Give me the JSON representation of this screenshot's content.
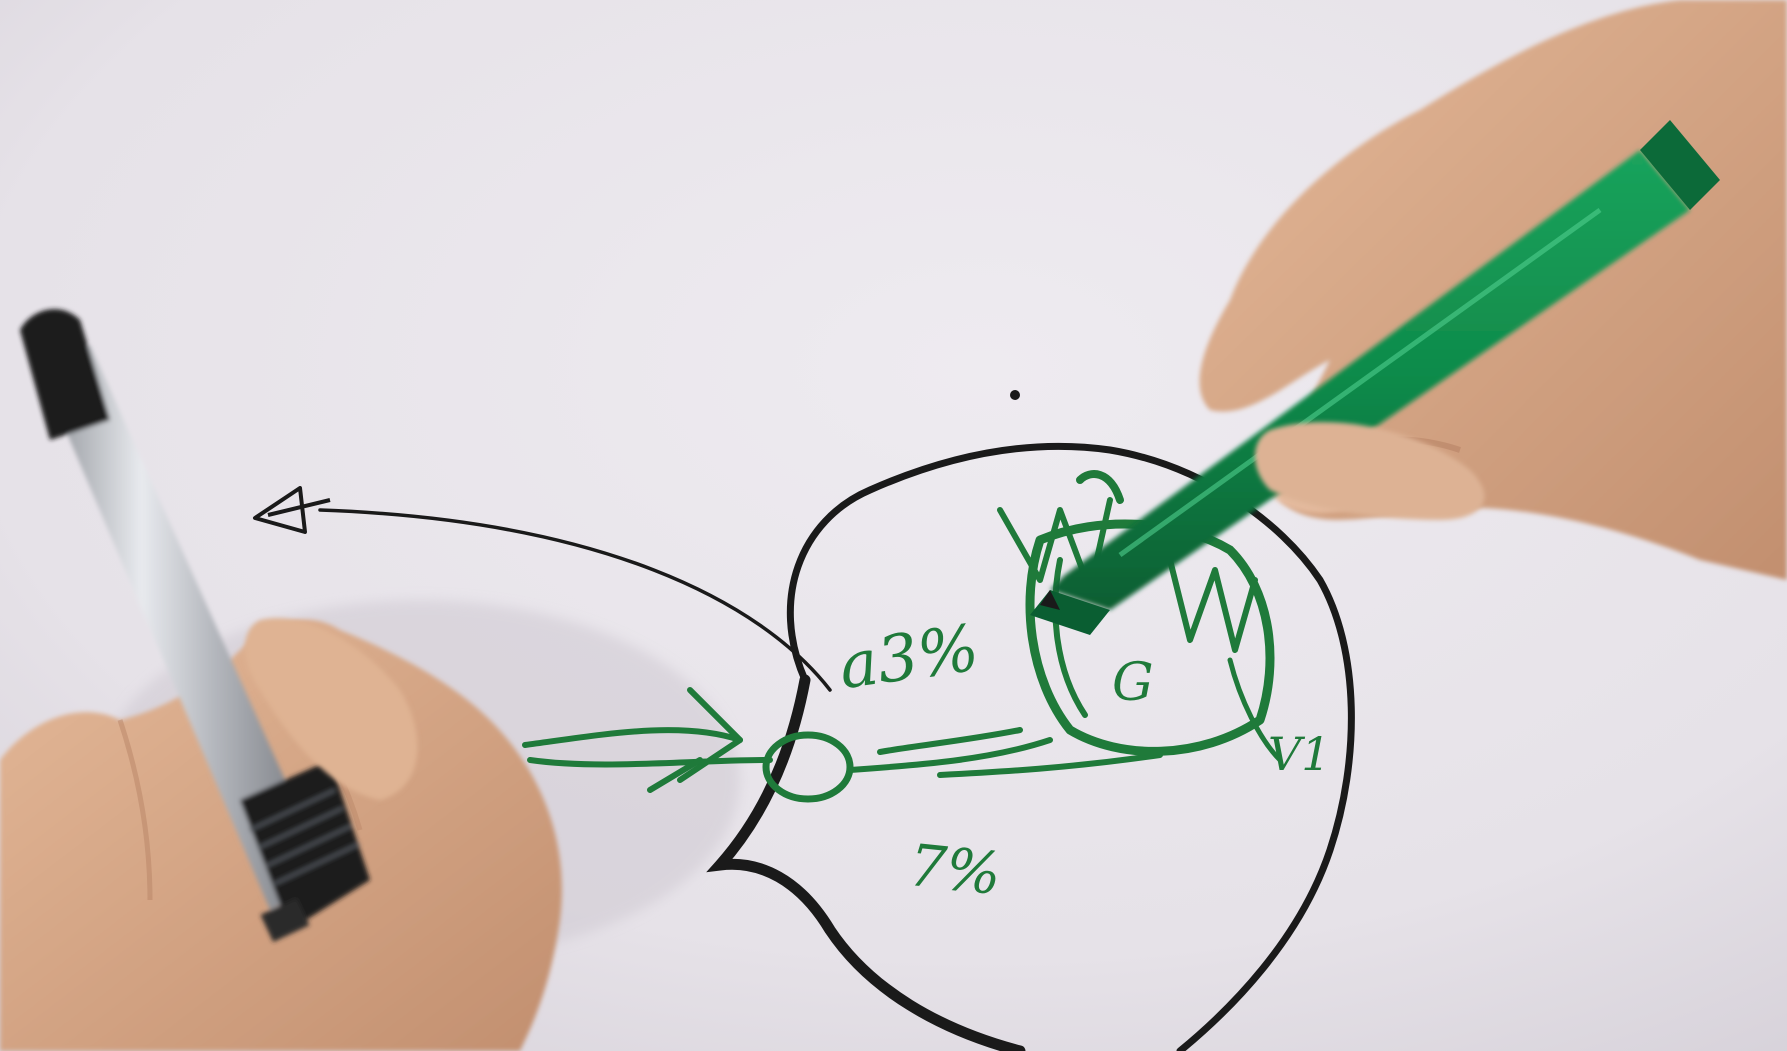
{
  "scene": {
    "kind": "photo",
    "subject": "whiteboard",
    "colors": {
      "paper": "#e9e6ec",
      "paper_shadow": "#d8d3db",
      "black_ink": "#1a1a1a",
      "green_ink": "#1f7a3a",
      "marker_green": "#0f8a4a",
      "marker_green_dark": "#0a5e32",
      "skin": "#d9ab8a",
      "skin_shadow": "#b88466",
      "pen_silver": "#b9bcc2",
      "pen_dark": "#1c1c1c"
    }
  },
  "handwriting": {
    "upper_label": "a3%",
    "lower_label": "7%",
    "letter_g": "G",
    "letter_v1": "V1"
  }
}
